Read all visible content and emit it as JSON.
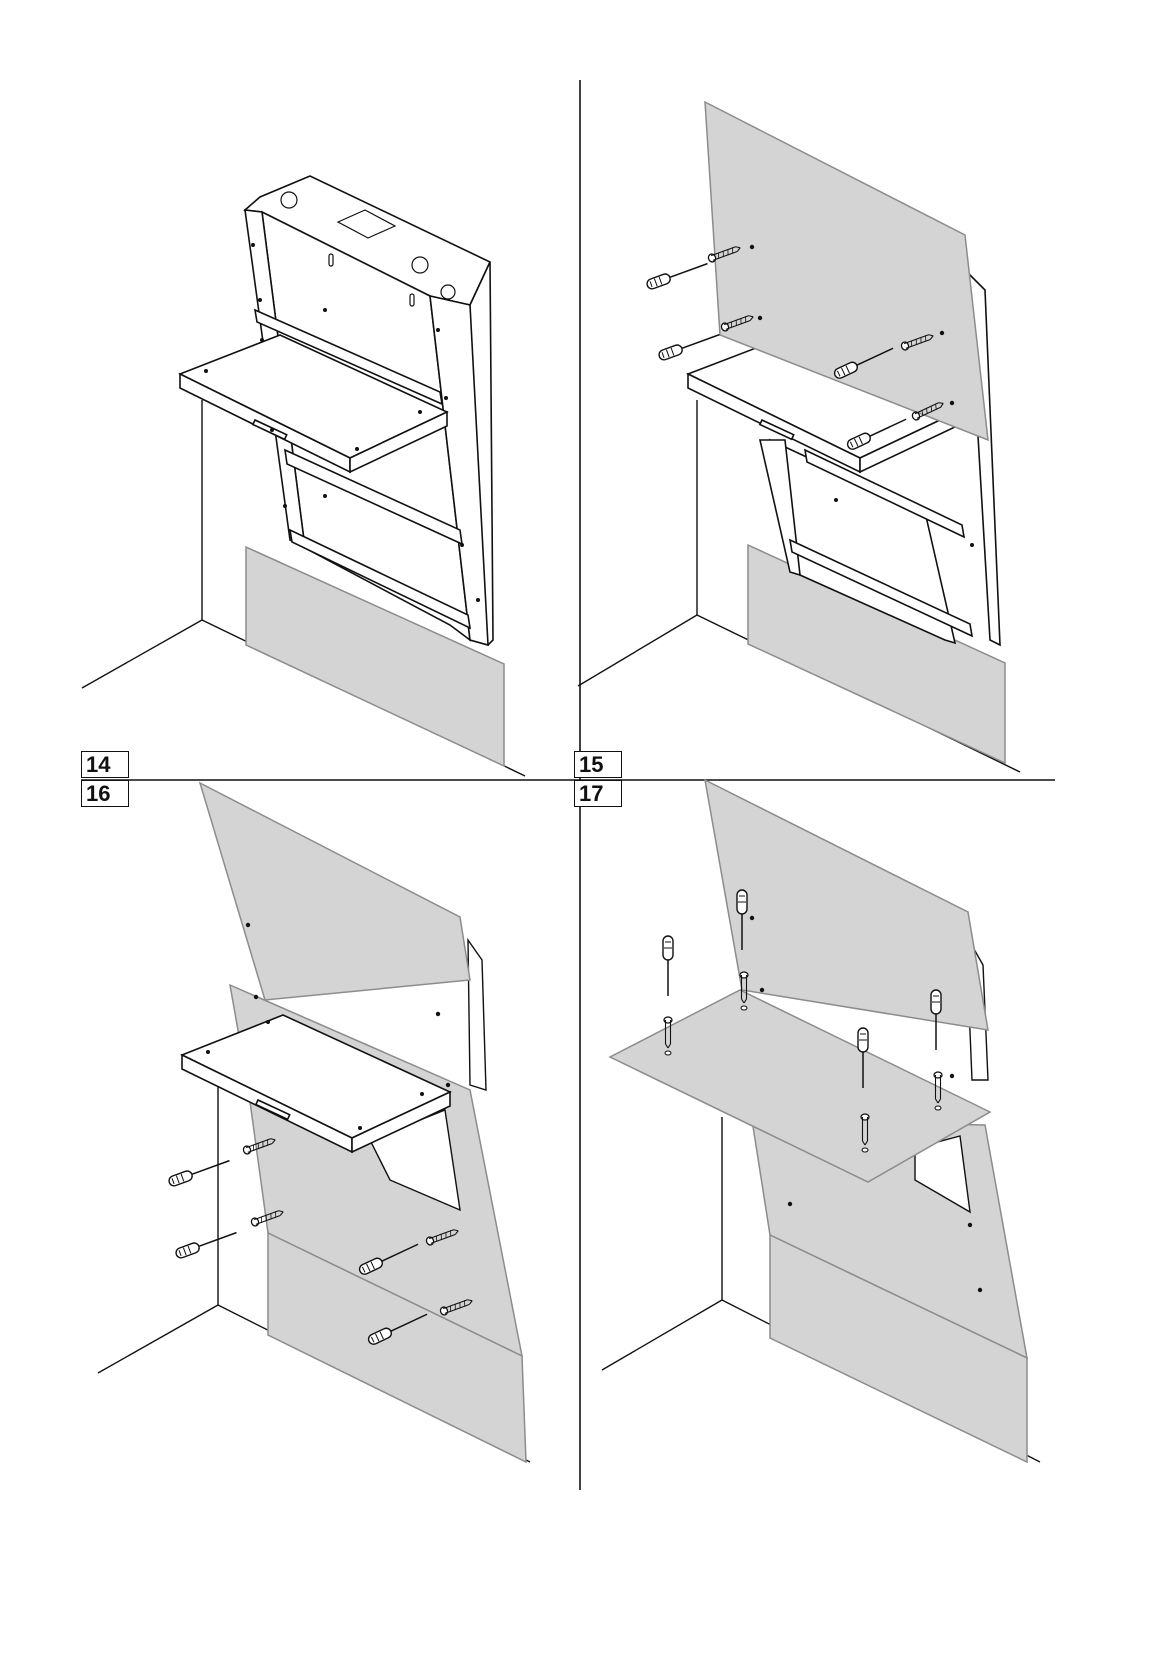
{
  "steps": [
    {
      "number": "14"
    },
    {
      "number": "15"
    },
    {
      "number": "16"
    },
    {
      "number": "17"
    }
  ],
  "colors": {
    "line": "#111111",
    "panel_fill": "#d4d4d4",
    "panel_edge": "#8c8c8c",
    "background": "#ffffff"
  }
}
